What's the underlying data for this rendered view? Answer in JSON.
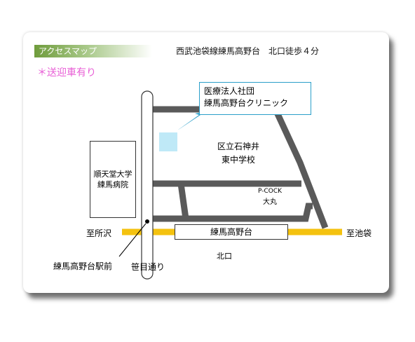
{
  "header": {
    "title": "アクセスマップ",
    "route": "西武池袋線練馬高野台　北口徒歩４分"
  },
  "note": {
    "shuttle": "＊送迎車有り"
  },
  "clinic": {
    "line1": "医療法人社団",
    "line2": "練馬高野台クリニック"
  },
  "hospital": {
    "line1": "順天堂大学",
    "line2": "練馬病院"
  },
  "school": {
    "line1": "区立石神井",
    "line2": "東中学校"
  },
  "store": {
    "line1": "P-COCK",
    "line2": "大丸"
  },
  "railway": {
    "station": "練馬高野台",
    "to_left": "至所沢",
    "to_right": "至池袋",
    "exit": "北口"
  },
  "station_label": "練馬高野台駅前",
  "street": "笹目通り",
  "colors": {
    "road": "#5a5a5a",
    "rail": "#f4c20f",
    "clinic_marker": "#bfe9f7",
    "clinic_border": "#2a9fc9",
    "title_green": "#6f9c3c",
    "shuttle_pink": "#e85fd6"
  }
}
